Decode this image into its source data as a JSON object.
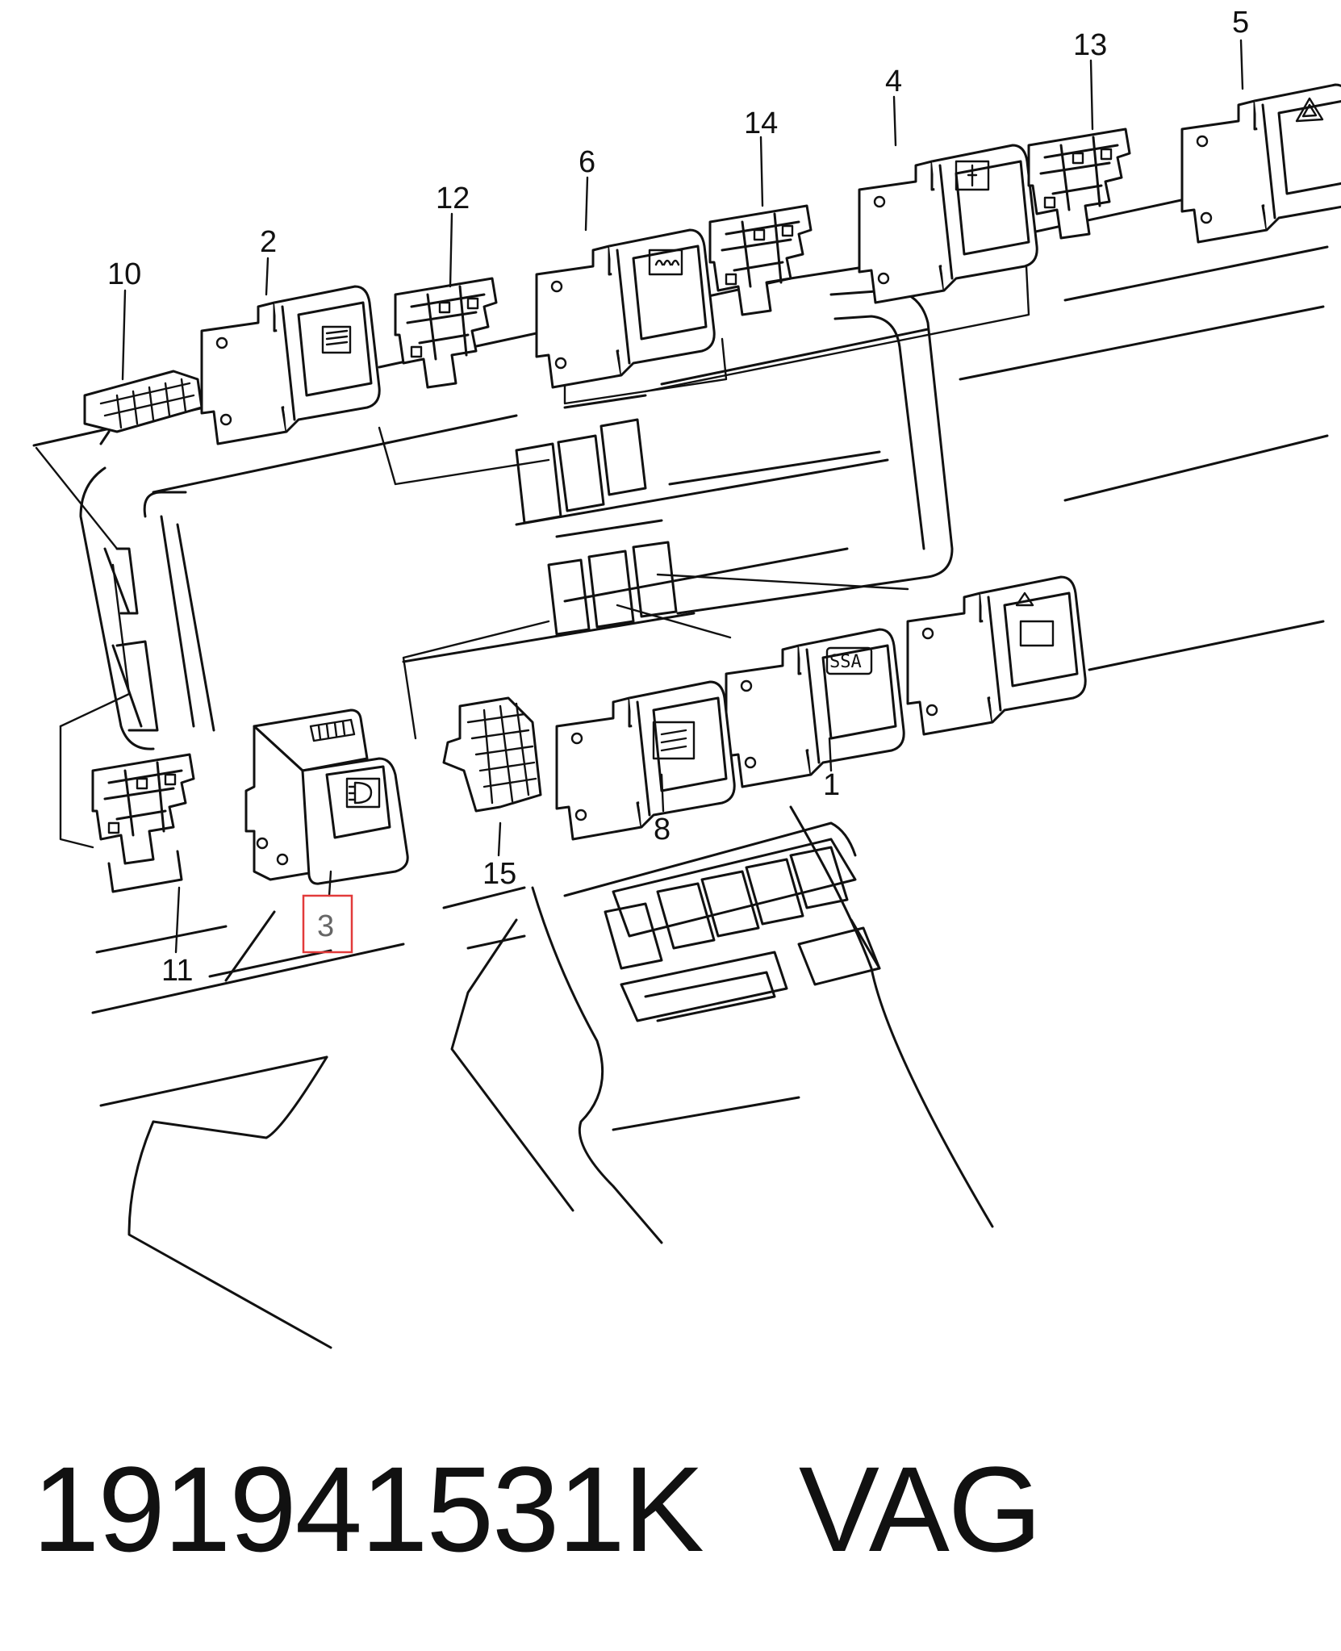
{
  "callouts": [
    {
      "id": "1",
      "label": "1"
    },
    {
      "id": "2",
      "label": "2"
    },
    {
      "id": "3",
      "label": "3",
      "highlighted": true
    },
    {
      "id": "4",
      "label": "4"
    },
    {
      "id": "5",
      "label": "5"
    },
    {
      "id": "6",
      "label": "6"
    },
    {
      "id": "8",
      "label": "8"
    },
    {
      "id": "10",
      "label": "10"
    },
    {
      "id": "11",
      "label": "11"
    },
    {
      "id": "12",
      "label": "12"
    },
    {
      "id": "13",
      "label": "13"
    },
    {
      "id": "14",
      "label": "14"
    },
    {
      "id": "15",
      "label": "15"
    }
  ],
  "switch_1_symbol": "SSA",
  "highlight_color": "#e23a3a",
  "footer": {
    "part_number": "191941531K",
    "brand": "VAG"
  }
}
